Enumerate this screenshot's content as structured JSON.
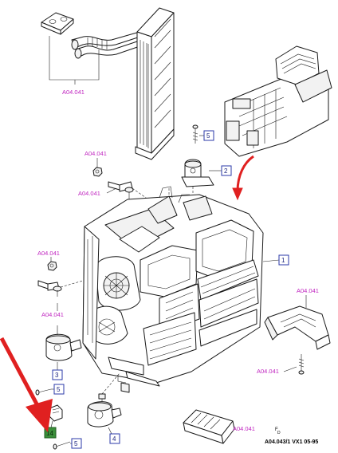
{
  "reference_labels": {
    "top": "A04.041",
    "upper_left_1": "A04.041",
    "upper_left_2": "A04.041",
    "mid_left_1": "A04.041",
    "mid_left_2": "A04.041",
    "right": "A04.041",
    "right_lower": "A04.041",
    "bottom": "A04.041"
  },
  "callouts": {
    "c1": "1",
    "c2": "2",
    "c3": "3",
    "c4": "4",
    "c5_top": "5",
    "c5_mid": "5",
    "c5_bottom": "5",
    "c14": "14"
  },
  "plate_id": "A04.043/1 VX1 05-95",
  "small_marks": {
    "f": "F",
    "d": "D"
  },
  "colors": {
    "reference_label": "#c026c0",
    "callout_box": "#2b3aa8",
    "highlight_box": "#3b8f3b",
    "arrow_red": "#e02020",
    "leader_line": "#222222"
  }
}
